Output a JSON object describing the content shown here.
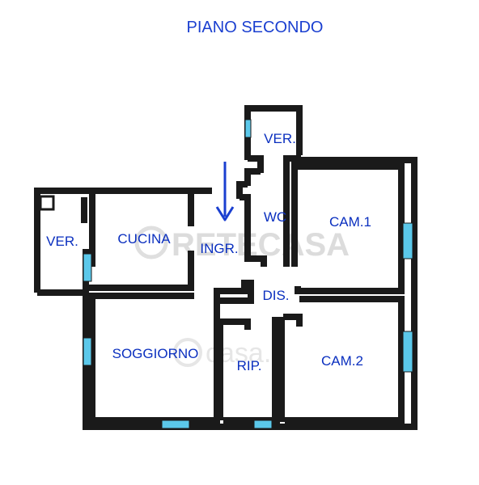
{
  "title": "PIANO SECONDO",
  "rooms": {
    "veranda_top": "VER.",
    "wc": "WC",
    "cam1": "CAM.1",
    "veranda_left": "VER.",
    "cucina": "CUCINA",
    "ingresso": "INGR.",
    "disimpegno": "DIS.",
    "soggiorno": "SOGGIORNO",
    "ripostiglio": "RIP.",
    "cam2": "CAM.2"
  },
  "watermarks": {
    "primary": "RETECASA",
    "secondary": "casa.it"
  },
  "colors": {
    "text": "#0a2fbf",
    "wall": "#1a1a1a",
    "glass": "#5bc8ea",
    "arrow": "#1a3fd0"
  },
  "icons": {
    "entrance_arrow": "arrow-down-icon"
  }
}
